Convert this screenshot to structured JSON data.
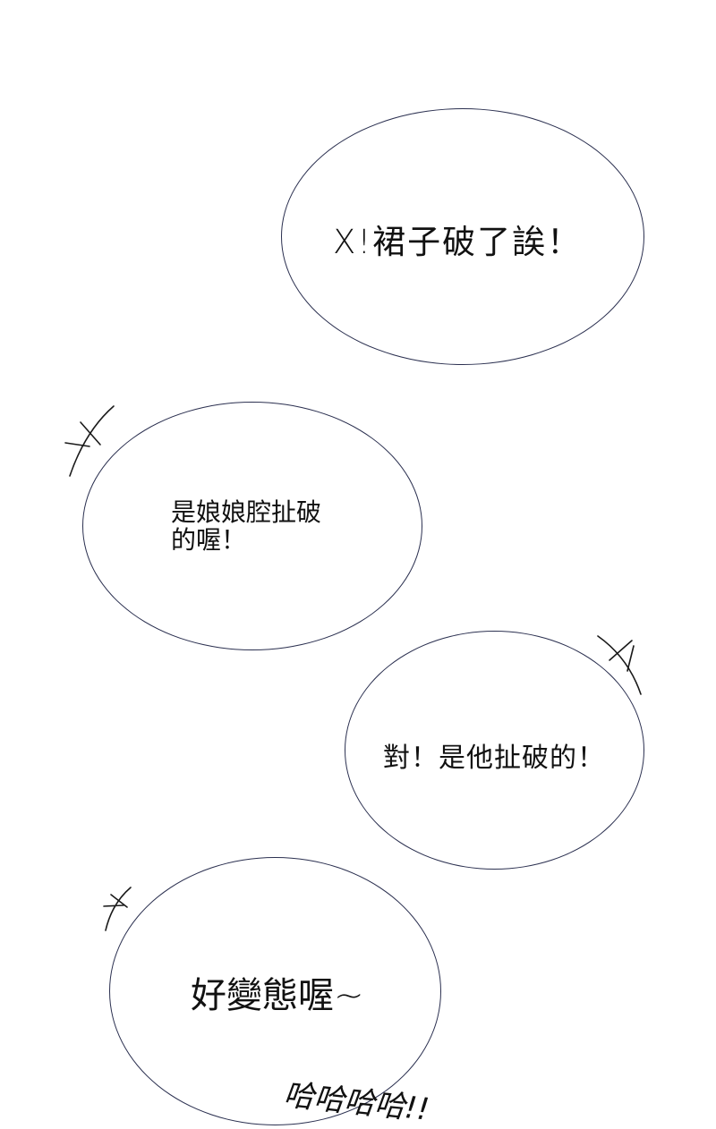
{
  "bubbles": [
    {
      "text": "X!裙子破了誒！"
    },
    {
      "lines": [
        "是娘娘腔扯破",
        "的喔！"
      ]
    },
    {
      "text": "對！是他扯破的！"
    },
    {
      "text": "好變態喔~"
    }
  ],
  "sfx": {
    "text": "哈哈哈哈!!"
  },
  "colors": {
    "bubble_outline": "#2b3050",
    "background": "#ffffff",
    "text": "#111111"
  }
}
